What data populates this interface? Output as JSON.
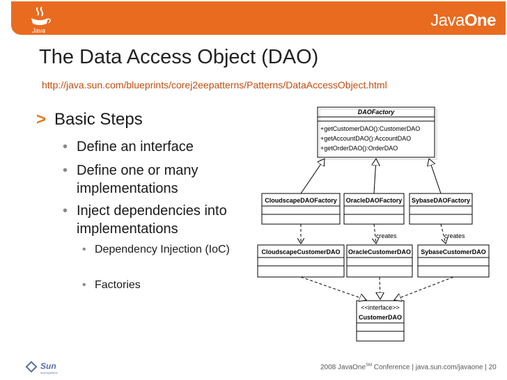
{
  "header": {
    "java_logo_text": "Java",
    "brand_prefix": "Java",
    "brand_suffix": "One"
  },
  "title": "The Data Access Object (DAO)",
  "url": "http://java.sun.com/blueprints/corej2eepatterns/Patterns/DataAccessObject.html",
  "bullets": {
    "main": "Basic Steps",
    "steps": [
      "Define an interface",
      "Define one or many implementations",
      "Inject dependencies into implementations"
    ],
    "sub": [
      "Dependency Injection (IoC)",
      "Factories"
    ]
  },
  "diagram": {
    "factory": {
      "name": "DAOFactory",
      "methods": [
        "+getCustomerDAO():CustomerDAO",
        "+getAccountDAO():AccountDAO",
        "+getOrderDAO():OrderDAO"
      ]
    },
    "factories": [
      "CloudscapeDAOFactory",
      "OracleDAOFactory",
      "SybaseDAOFactory"
    ],
    "daos": [
      "CloudscapeCustomerDAO",
      "OracleCustomerDAO",
      "SybaseCustomerDAO"
    ],
    "creates_label": "creates",
    "interface": {
      "stereotype": "<<interface>>",
      "name": "CustomerDAO"
    }
  },
  "footer": {
    "sun_logo_text": "Sun",
    "sun_tagline": "microsystems",
    "conference": "2008 JavaOne",
    "sm": "SM",
    "conference_rest": " Conference  |  java.sun.com/javaone  |  20"
  }
}
